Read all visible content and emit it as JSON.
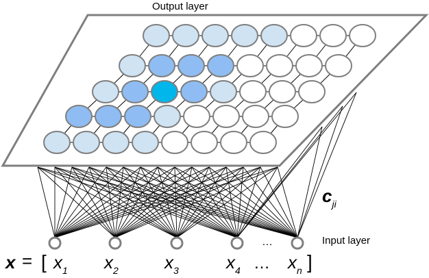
{
  "labels": {
    "output_layer": "Output layer",
    "input_layer": "Input layer",
    "weight_symbol": "c",
    "weight_subscript": "ji",
    "ellipsis_nodes": "…",
    "ellipsis_vector": "…",
    "vector_name": "x",
    "equals": "=",
    "bracket_open": "[",
    "bracket_close": "]"
  },
  "input_elements": [
    {
      "base": "x",
      "sub": "1"
    },
    {
      "base": "x",
      "sub": "2"
    },
    {
      "base": "x",
      "sub": "3"
    },
    {
      "base": "x",
      "sub": "4"
    },
    {
      "base": "x",
      "sub": "n"
    }
  ],
  "output_grid": {
    "rows": 5,
    "cols": 8,
    "levels": [
      [
        1,
        1,
        1,
        1,
        1,
        0,
        0,
        0
      ],
      [
        1,
        2,
        2,
        2,
        0,
        0,
        0,
        0
      ],
      [
        1,
        2,
        3,
        2,
        1,
        0,
        0,
        0
      ],
      [
        2,
        2,
        2,
        1,
        0,
        0,
        0,
        0
      ],
      [
        1,
        1,
        1,
        1,
        0,
        0,
        0,
        0
      ]
    ]
  },
  "colors": {
    "node_levels": [
      "#ffffff",
      "#cfe3f3",
      "#8fbdf3",
      "#00b6ea"
    ],
    "node_stroke": "#7f7f7f",
    "plane_stroke": "#7f7f7f",
    "line_color": "#000000"
  }
}
